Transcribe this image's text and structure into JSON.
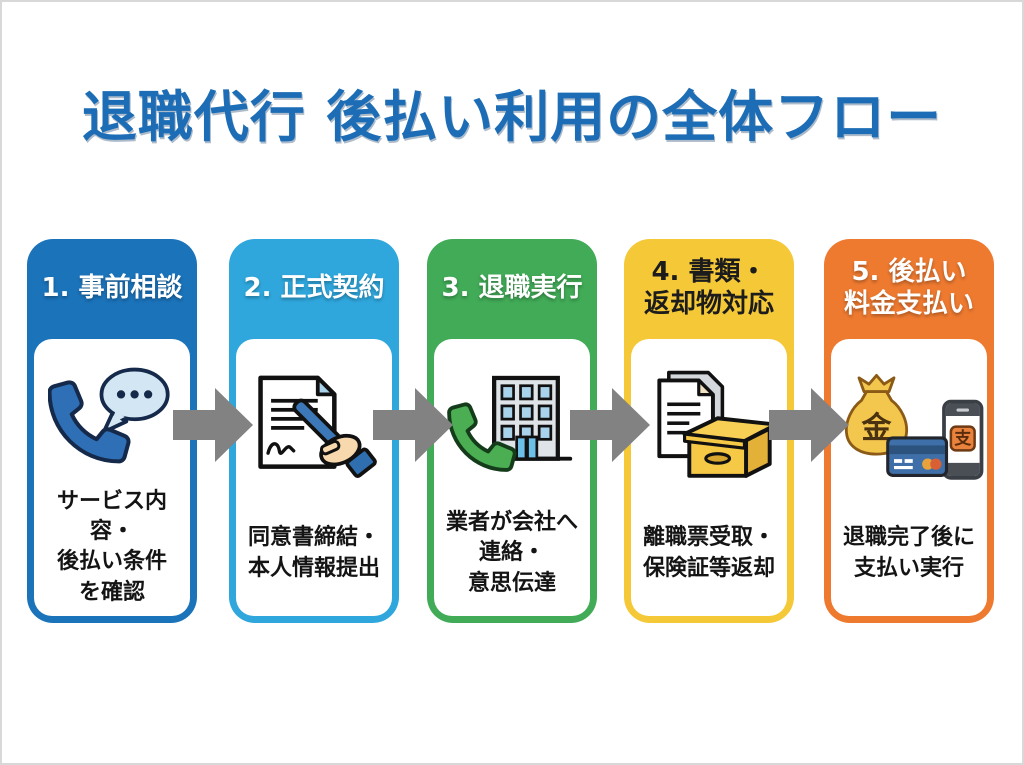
{
  "page": {
    "title": "退職代行 後払い利用の全体フロー",
    "title_color": "#1c6db5",
    "background": "#ffffff"
  },
  "arrow_color": "#828282",
  "steps": [
    {
      "number": "1",
      "header": "1. 事前相談",
      "color": "#1b73ba",
      "header_text_color": "#ffffff",
      "icon": "phone-chat-icon",
      "description": "サービス内容・\n後払い条件\nを確認"
    },
    {
      "number": "2",
      "header": "2. 正式契約",
      "color": "#2fa7dd",
      "header_text_color": "#ffffff",
      "icon": "contract-signing-icon",
      "description": "同意書締結・\n本人情報提出"
    },
    {
      "number": "3",
      "header": "3. 退職実行",
      "color": "#41ab57",
      "header_text_color": "#ffffff",
      "icon": "phone-building-icon",
      "description": "業者が会社へ\n連絡・\n意思伝達"
    },
    {
      "number": "4",
      "header": "4. 書類・\n返却物対応",
      "color": "#f5c838",
      "header_text_color": "#1c1c1c",
      "icon": "documents-box-icon",
      "description": "離職票受取・\n保険証等返却"
    },
    {
      "number": "5",
      "header": "5. 後払い\n料金支払い",
      "color": "#ee7a30",
      "header_text_color": "#ffffff",
      "icon": "payment-methods-icon",
      "description": "退職完了後に\n支払い実行"
    }
  ]
}
